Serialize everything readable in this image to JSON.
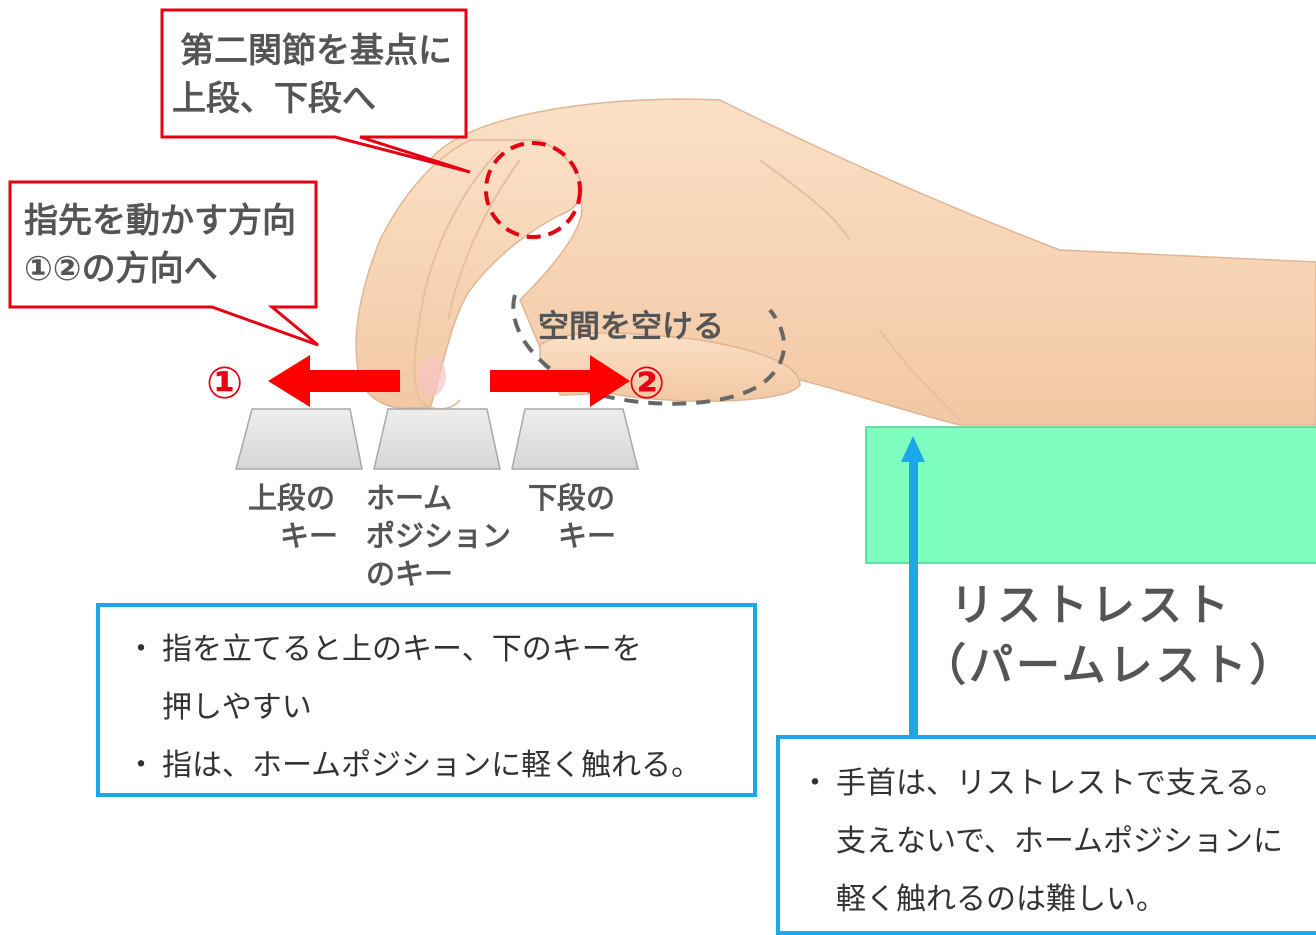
{
  "callouts": {
    "joint": {
      "line1": "第二関節を基点に",
      "line2": "上段、下段へ"
    },
    "direction": {
      "line1": "指先を動かす方向",
      "line2": "①②の方向へ"
    }
  },
  "space_label": "空間を空ける",
  "arrows": {
    "left_number": "①",
    "right_number": "②"
  },
  "keys": {
    "upper": {
      "line1": "上段の",
      "line2": "キー"
    },
    "home": {
      "line1": "ホーム",
      "line2": "ポジション",
      "line3": "のキー"
    },
    "lower": {
      "line1": "下段の",
      "line2": "キー"
    }
  },
  "wrist_rest": {
    "title_line1": "リストレスト",
    "title_line2": "（パームレスト）"
  },
  "notes_left": [
    {
      "line1": "指を立てると上のキー、下のキーを",
      "line2": "押しやすい"
    },
    {
      "line1": "指は、ホームポジションに軽く触れる。"
    }
  ],
  "notes_right": [
    {
      "line1": "手首は、リストレストで支える。",
      "line2": "支えないで、ホームポジションに",
      "line3": "軽く触れるのは難しい。"
    }
  ],
  "colors": {
    "callout_border": "#e60012",
    "arrow_red": "#ff0000",
    "note_border": "#1aa8e8",
    "wrist_rest_fill": "#7fffbf",
    "text_gray": "#555555",
    "skin": "#f8d5b5"
  }
}
